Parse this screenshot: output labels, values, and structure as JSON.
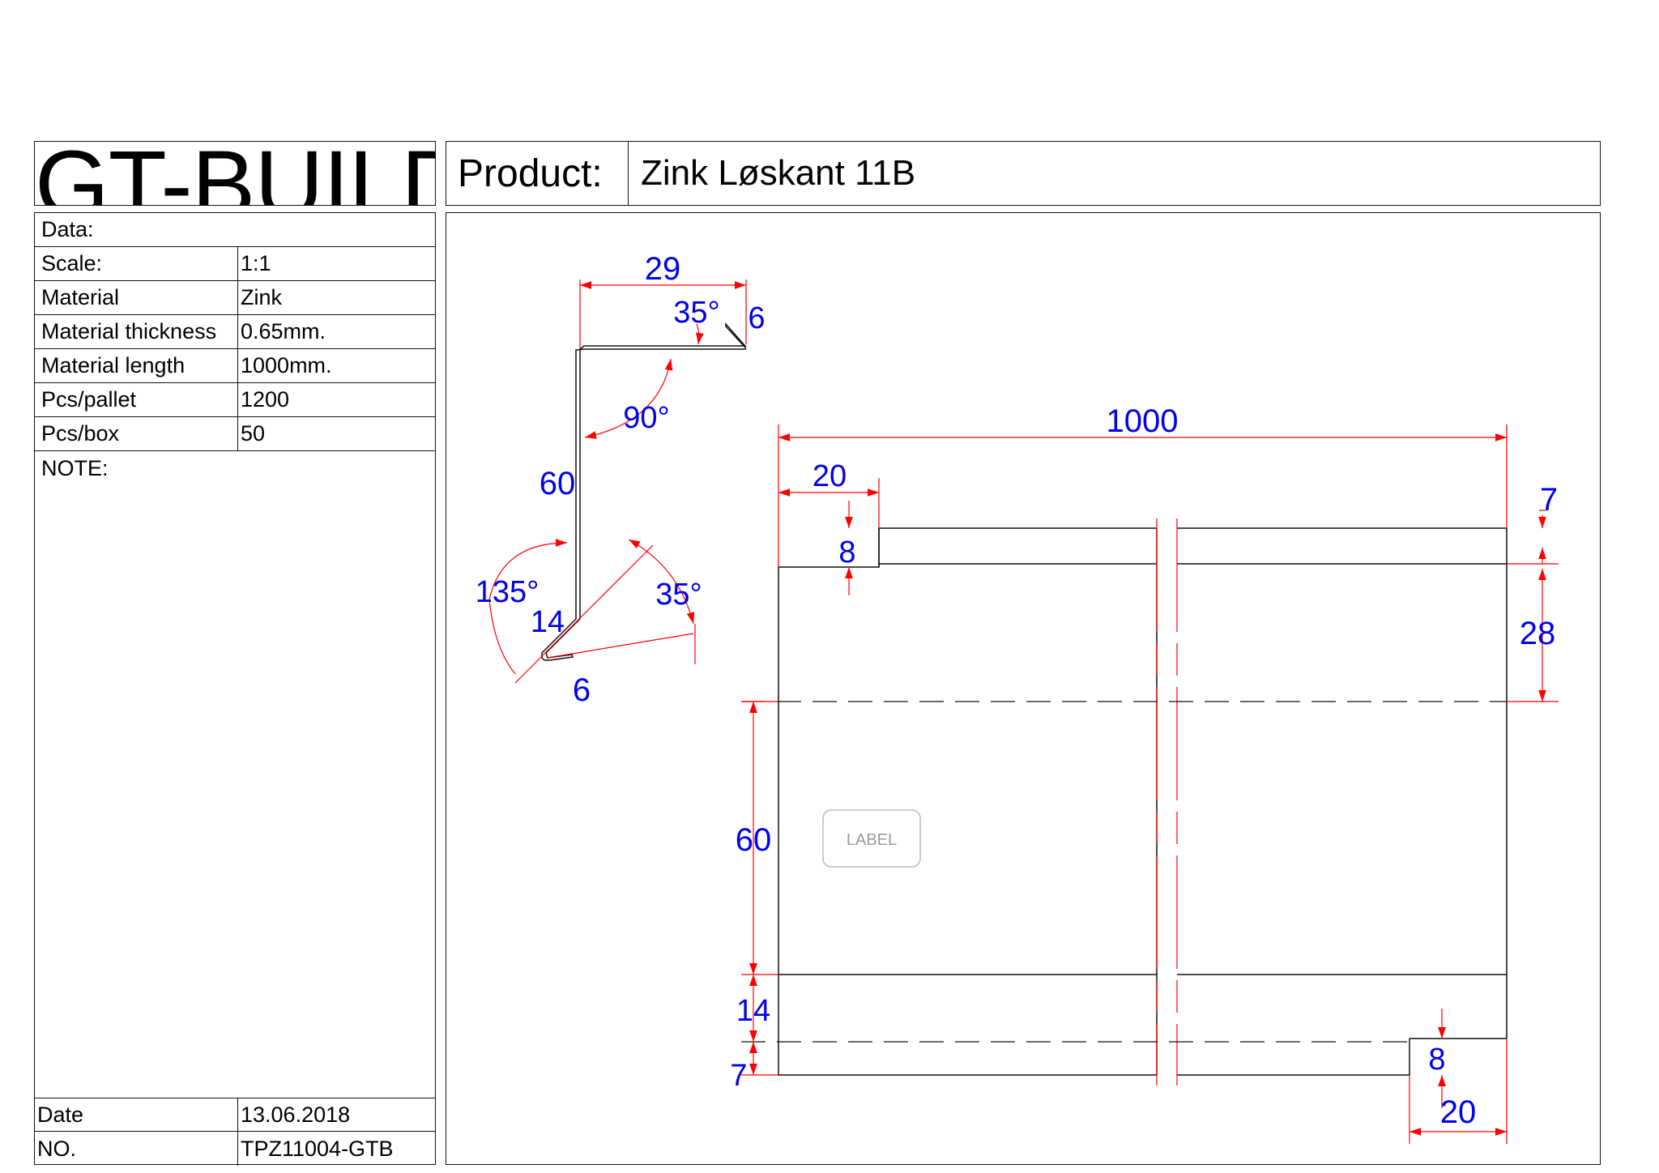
{
  "header": {
    "logo": "GT-BUILD",
    "product_label": "Product:",
    "product_name": "Zink Løskant 11B"
  },
  "data_table": {
    "title": "Data:",
    "rows": [
      {
        "label": "Scale:",
        "value": "1:1"
      },
      {
        "label": "Material",
        "value": "Zink"
      },
      {
        "label": "Material thickness",
        "value": "0.65mm."
      },
      {
        "label": "Material length",
        "value": "1000mm."
      },
      {
        "label": "Pcs/pallet",
        "value": "1200"
      },
      {
        "label": "Pcs/box",
        "value": "50"
      }
    ],
    "note_label": "NOTE:"
  },
  "footer_table": {
    "rows": [
      {
        "label": "Date",
        "value": "13.06.2018"
      },
      {
        "label": "NO.",
        "value": "TPZ11004-GTB"
      }
    ]
  },
  "profile_dims": {
    "top_width": "29",
    "top_angle": "35°",
    "top_hem": "6",
    "bend_angle": "90°",
    "height": "60",
    "bottom_angle": "135°",
    "bottom_leg": "14",
    "bottom_hem_angle": "35°",
    "bottom_hem": "6"
  },
  "plan_dims": {
    "length": "1000",
    "notch_top_width": "20",
    "notch_top_height": "8",
    "top_band": "7",
    "top_offset": "28",
    "face_height": "60",
    "bottom_leg": "14",
    "bottom_band": "7",
    "notch_bottom_height": "8",
    "notch_bottom_width": "20"
  },
  "label_box": "LABEL",
  "colors": {
    "outline": "#111111",
    "dimension_line": "#ff0000",
    "dimension_text": "#0000ee",
    "label_text": "#9a9a9a"
  }
}
